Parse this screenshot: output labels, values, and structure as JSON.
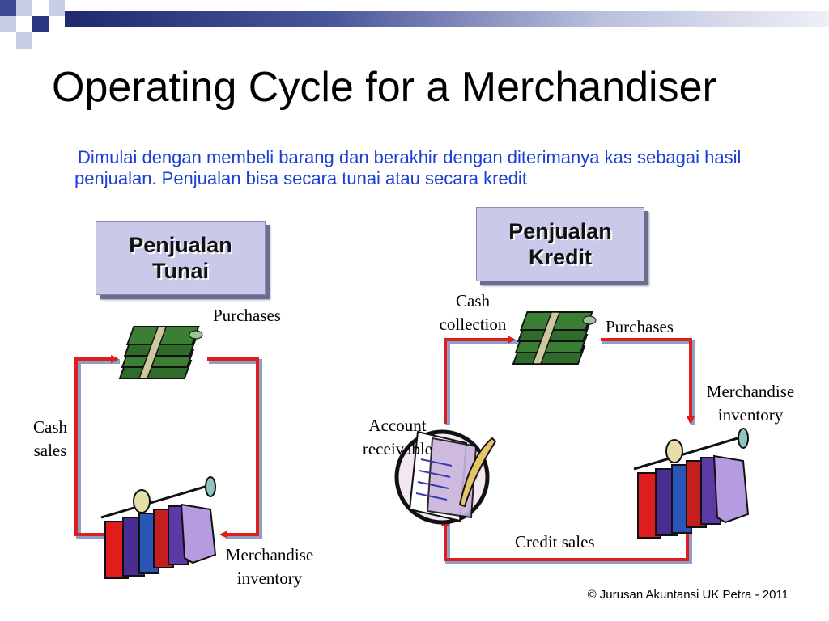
{
  "title": "Operating Cycle for a Merchandiser",
  "subtitle": "Dimulai dengan membeli barang dan berakhir dengan diterimanya kas sebagai hasil penjualan. Penjualan bisa secara tunai atau secara kredit",
  "cash_cycle": {
    "heading_line1": "Penjualan",
    "heading_line2": "Tunai",
    "purchases": "Purchases",
    "cash_sales_line1": "Cash",
    "cash_sales_line2": "sales",
    "inventory_line1": "Merchandise",
    "inventory_line2": "inventory"
  },
  "credit_cycle": {
    "heading_line1": "Penjualan",
    "heading_line2": "Kredit",
    "cash_collection_line1": "Cash",
    "cash_collection_line2": "collection",
    "purchases": "Purchases",
    "inventory_line1": "Merchandise",
    "inventory_line2": "inventory",
    "account_line1": "Account",
    "account_line2": "receivable",
    "credit_sales": "Credit sales"
  },
  "footer": "© Jurusan Akuntansi UK Petra - 2011",
  "colors": {
    "arrow": "#e01d1d",
    "arrow_shadow": "#8aa0c8",
    "box_fill": "#c9c9ea",
    "subtitle": "#1a3fd6",
    "money": "#2f6b2a"
  },
  "icons": [
    "money-stack-icon",
    "clothes-rack-icon",
    "document-quill-icon"
  ]
}
